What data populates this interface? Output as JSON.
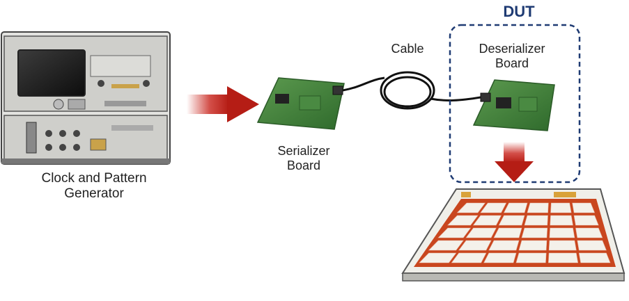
{
  "labels": {
    "dut": "DUT",
    "cable": "Cable",
    "deserializer": [
      "Deserializer",
      "Board"
    ],
    "serializer": [
      "Serializer",
      "Board"
    ],
    "generator": [
      "Clock and Pattern",
      "Generator"
    ]
  },
  "colors": {
    "arrow_red": "#c8231b",
    "pcb_green": "#3f7a3a",
    "dut_border": "#1f3b73",
    "display_orange": "#c9461e",
    "instrument_gray": "#d9d9d6"
  }
}
